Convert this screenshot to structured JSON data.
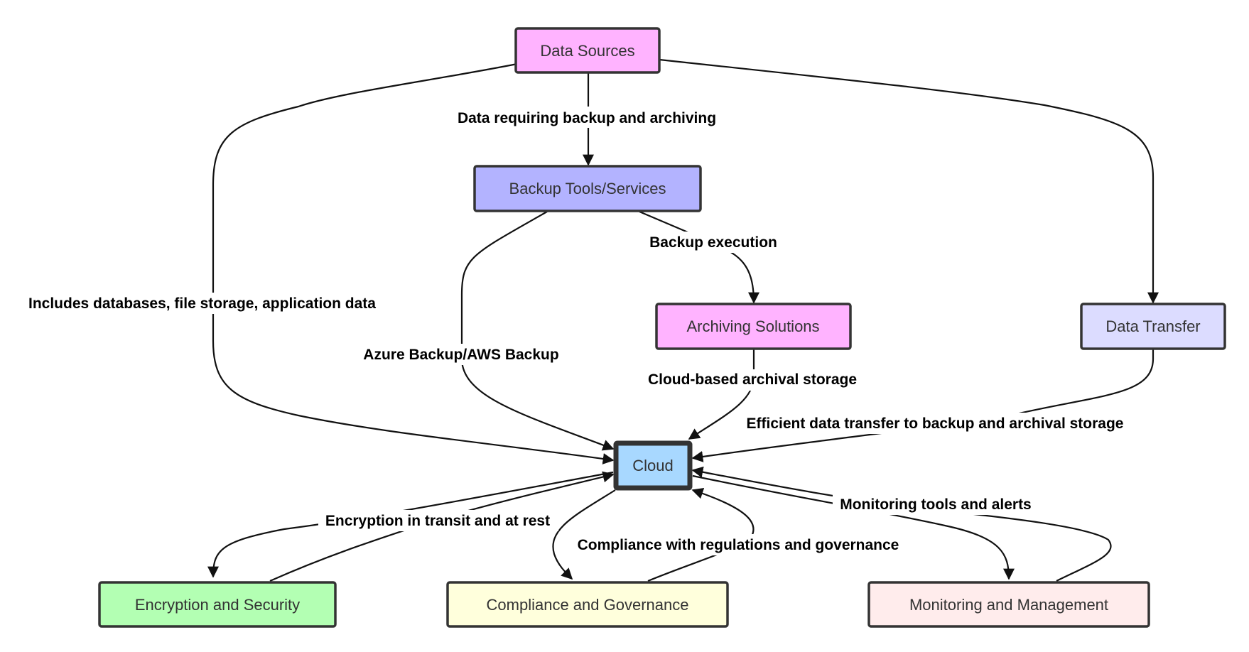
{
  "nodes": {
    "data_sources": {
      "label": "Data Sources",
      "color": "#ffb3ff"
    },
    "backup_tools": {
      "label": "Backup Tools/Services",
      "color": "#b3b3ff"
    },
    "archiving": {
      "label": "Archiving Solutions",
      "color": "#ffb3ff"
    },
    "data_transfer": {
      "label": "Data Transfer",
      "color": "#dcdcff"
    },
    "cloud": {
      "label": "Cloud",
      "color": "#a8d8ff"
    },
    "encryption": {
      "label": "Encryption and Security",
      "color": "#b3ffb3"
    },
    "compliance": {
      "label": "Compliance and Governance",
      "color": "#ffffdc"
    },
    "monitoring": {
      "label": "Monitoring and Management",
      "color": "#ffecec"
    }
  },
  "edges": {
    "sources_to_backup": "Data requiring backup and archiving",
    "sources_to_cloud": "Includes databases, file storage, application data",
    "backup_to_archiving": "Backup execution",
    "backup_to_cloud": "Azure Backup/AWS Backup",
    "archiving_to_cloud": "Cloud-based archival storage",
    "transfer_to_cloud": "Efficient data transfer to backup and archival storage",
    "encryption_cycle": "Encryption in transit and at rest",
    "compliance_cycle": "Compliance with regulations and governance",
    "monitoring_cycle": "Monitoring tools and alerts"
  }
}
